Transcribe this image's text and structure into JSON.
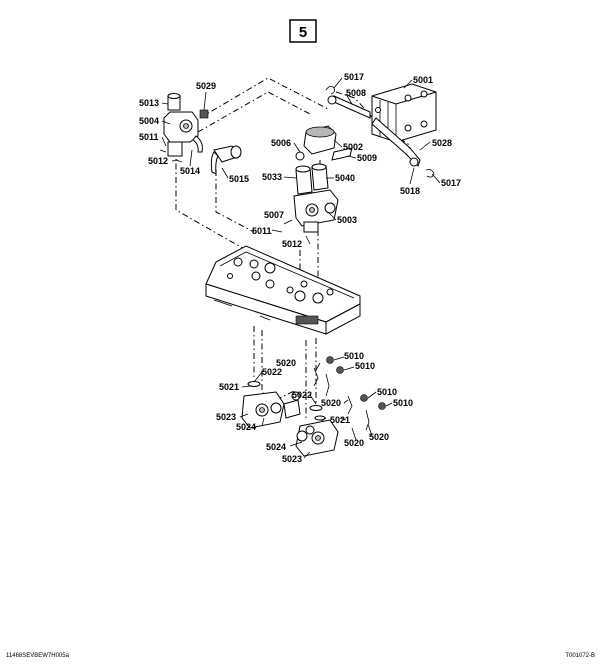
{
  "diagram": {
    "section_number": "5",
    "footer_left": "11468SEVBEW7H005a",
    "footer_right": "T001072-B",
    "labels": {
      "5001": "5001",
      "5002": "5002",
      "5003": "5003",
      "5004": "5004",
      "5006": "5006",
      "5007": "5007",
      "5008": "5008",
      "5009": "5009",
      "5010a": "5010",
      "5010b": "5010",
      "5010c": "5010",
      "5010d": "5010",
      "5011a": "5011",
      "5011b": "5011",
      "5012a": "5012",
      "5012b": "5012",
      "5013": "5013",
      "5014": "5014",
      "5015": "5015",
      "5017a": "5017",
      "5017b": "5017",
      "5018": "5018",
      "5020a": "5020",
      "5020b": "5020",
      "5020c": "5020",
      "5020d": "5020",
      "5021a": "5021",
      "5021b": "5021",
      "5022a": "5022",
      "5022b": "5022",
      "5023a": "5023",
      "5023b": "5023",
      "5024a": "5024",
      "5024b": "5024",
      "5028": "5028",
      "5029": "5029",
      "5033": "5033",
      "5040": "5040"
    }
  }
}
